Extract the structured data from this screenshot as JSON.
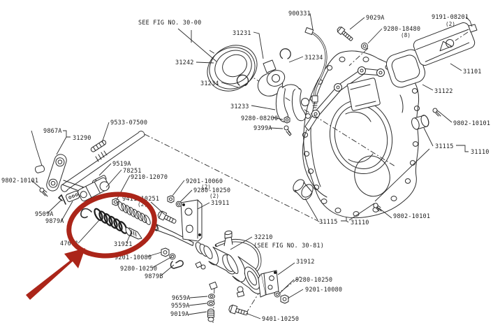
{
  "figure": {
    "type": "exploded-parts-diagram",
    "title_note": "SEE FIG NO. 30-00",
    "highlight_color": "#ab2519",
    "parts": {
      "see_fig_top": {
        "label": "SEE FIG NO. 30-00"
      },
      "p900331": {
        "label": "900331"
      },
      "p9029A": {
        "label": "9029A"
      },
      "p9280_18480": {
        "label": "9280-18480",
        "qty": "(8)"
      },
      "p9191_08201": {
        "label": "9191-08201",
        "qty": "(2)"
      },
      "p31231": {
        "label": "31231"
      },
      "p31242": {
        "label": "31242"
      },
      "p31234_left": {
        "label": "31234"
      },
      "p31234_right": {
        "label": "31234"
      },
      "p31233": {
        "label": "31233"
      },
      "p31101": {
        "label": "31101"
      },
      "p31122": {
        "label": "31122"
      },
      "p9280_08200": {
        "label": "9280-08200"
      },
      "p9399A": {
        "label": "9399A"
      },
      "p9802_10101_right": {
        "label": "9802-10101"
      },
      "p31115_right": {
        "label": "31115"
      },
      "p31110_right": {
        "label": "31110"
      },
      "p31115_bottom": {
        "label": "31115"
      },
      "p31110_bottom": {
        "label": "31110"
      },
      "p9802_10101_bottom": {
        "label": "9802-10101"
      },
      "p9867A": {
        "label": "9867A"
      },
      "p31290": {
        "label": "31290"
      },
      "p9533_07500": {
        "label": "9533-07500"
      },
      "p9802_10101_left": {
        "label": "9802-10101"
      },
      "p9519A": {
        "label": "9519A"
      },
      "p78251": {
        "label": "78251"
      },
      "p9210_12070": {
        "label": "9210-12070"
      },
      "p9201_10060": {
        "label": "9201-10060",
        "qty": "(2)"
      },
      "p9280_10250_a": {
        "label": "9280-10250",
        "qty": "(2)"
      },
      "p31911": {
        "label": "31911"
      },
      "p9411_10251": {
        "label": "9411-10251",
        "qty": "(2)"
      },
      "p9509A": {
        "label": "9509A"
      },
      "p9879A": {
        "label": "9879A"
      },
      "p47601": {
        "label": "47601"
      },
      "p31921": {
        "label": "31921"
      },
      "p9201_10080_a": {
        "label": "9201-10080"
      },
      "p9280_10250_b": {
        "label": "9280-10250"
      },
      "p9879B": {
        "label": "9879B"
      },
      "p32210": {
        "label": "32210",
        "note": "(SEE FIG NO. 30-81)"
      },
      "p31912": {
        "label": "31912"
      },
      "p9280_10250_c": {
        "label": "9280-10250"
      },
      "p9201_10080_b": {
        "label": "9201-10080"
      },
      "p9659A": {
        "label": "9659A"
      },
      "p9559A": {
        "label": "9559A"
      },
      "p9019A": {
        "label": "9019A"
      },
      "p9401_10250": {
        "label": "9401-10250"
      }
    }
  }
}
